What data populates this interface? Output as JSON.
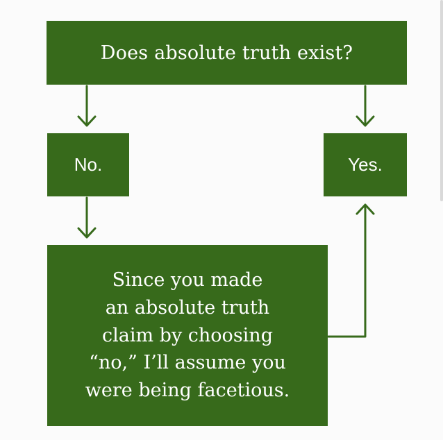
{
  "diagram": {
    "question": "Does absolute truth exist?",
    "answer_no": "No.",
    "answer_yes": "Yes.",
    "conclusion_lines": [
      "Since you made",
      "an absolute truth",
      "claim by choosing",
      "“no,” I’ll assume you",
      "were being facetious."
    ]
  },
  "colors": {
    "box_fill": "#376a1b",
    "box_text": "#ffffff",
    "arrow": "#376a1b",
    "background": "#fbfbfb"
  }
}
